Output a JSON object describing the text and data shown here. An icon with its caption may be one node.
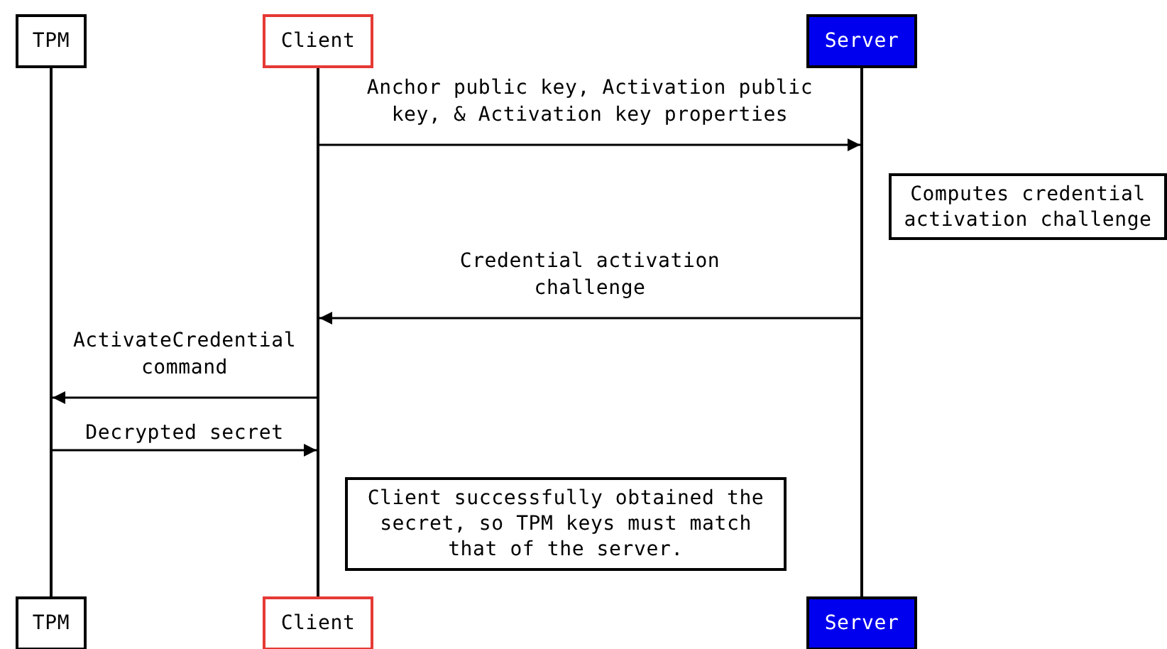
{
  "diagram": {
    "nodes": [
      {
        "text": [
          "TPM"
        ]
      },
      {
        "text": [
          "Client"
        ]
      },
      {
        "text": [
          "Server"
        ]
      },
      {
        "text": [],
        "shape": "bar"
      },
      {
        "text": [],
        "shape": "bar"
      },
      {
        "text": [],
        "shape": "bar"
      },
      {
        "text": [
          "Computes credential activation challenge"
        ]
      },
      {
        "text": [
          "Client successfully obtained the secret, so TPM keys must match that of the server."
        ]
      },
      {
        "text": [
          "TPM"
        ]
      },
      {
        "text": [
          "Client"
        ]
      },
      {
        "text": [
          "Server"
        ]
      }
    ],
    "edges": [
      {
        "from": 4,
        "to": 5,
        "arrow": "to",
        "label": "Anchor public key, Activation public key, & Activation key properties"
      },
      {
        "from": 5,
        "to": 4,
        "arrow": "to",
        "label": "Credential activation challenge"
      },
      {
        "from": 4,
        "to": 3,
        "arrow": "to",
        "label": "ActivateCredential command"
      },
      {
        "from": 3,
        "to": 4,
        "arrow": "to",
        "label": "Decrypted secret"
      }
    ]
  }
}
